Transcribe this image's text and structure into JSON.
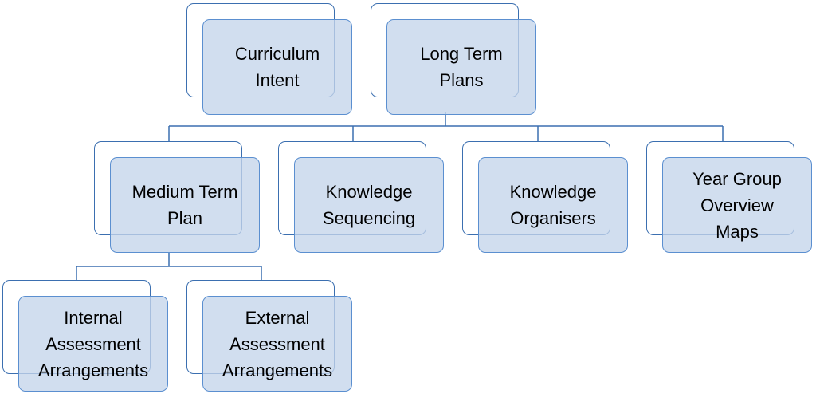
{
  "colors": {
    "connector": "#3b6fb0",
    "back_border": "#3b6fb0",
    "front_border": "#5b8fd0",
    "front_fill": "#c4d5ea"
  },
  "nodes": {
    "curriculum_intent": {
      "label": "Curriculum\nIntent"
    },
    "long_term_plans": {
      "label": "Long Term\nPlans"
    },
    "medium_term_plan": {
      "label": "Medium Term\nPlan"
    },
    "knowledge_sequencing": {
      "label": "Knowledge\nSequencing"
    },
    "knowledge_organisers": {
      "label": "Knowledge\nOrganisers"
    },
    "year_group_overview_maps": {
      "label": "Year Group\nOverview\nMaps"
    },
    "internal_assessment_arrangements": {
      "label": "Internal\nAssessment\nArrangements"
    },
    "external_assessment_arrangements": {
      "label": "External\nAssessment\nArrangements"
    }
  }
}
